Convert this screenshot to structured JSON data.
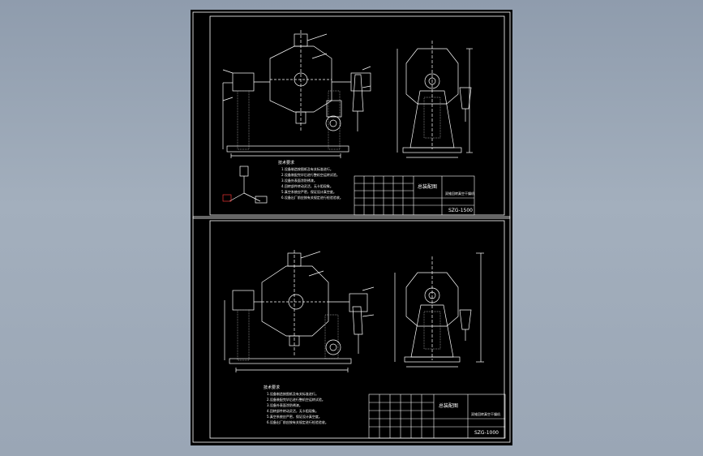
{
  "sheets": [
    {
      "drawing_number": "SZG-1500",
      "title_left": "总装配图",
      "title_right": "双锥回转真空干燥机"
    },
    {
      "drawing_number": "SZG-1000",
      "title_left": "总装配图",
      "title_right": "双锥回转真空干燥机"
    }
  ],
  "notes_heading": "技术要求",
  "notes": [
    "1.设备制造按图纸及有关标准进行。",
    "2.设备装配完毕后进行整机空运转试验。",
    "3.设备外表面涂防锈漆。",
    "4.回转部件转动灵活，无卡阻现象。",
    "5.真空系统应严密，保证设计真空度。",
    "6.设备出厂前应按有关规定进行检验验收。"
  ],
  "colors": {
    "background": "#000000",
    "lines": "#ffffff",
    "hatch": "#9a9a9a",
    "desktop": "#9aa6b5"
  }
}
